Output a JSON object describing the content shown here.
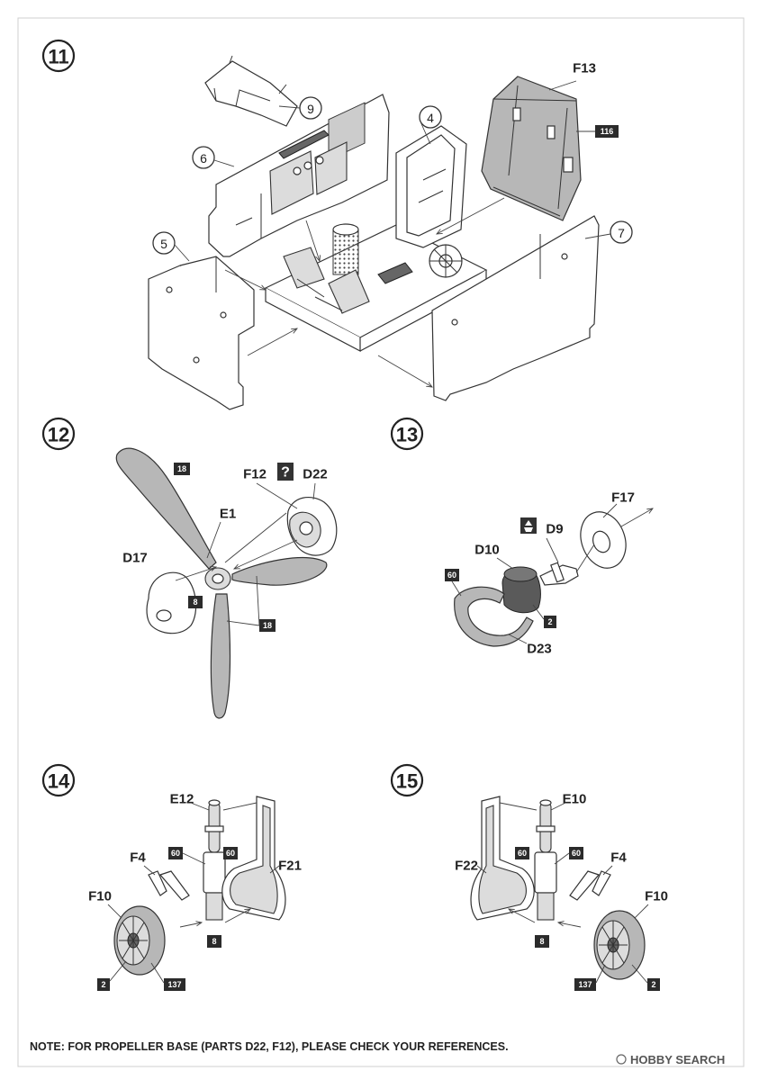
{
  "steps": [
    {
      "number": "11",
      "parts": [
        "9",
        "6",
        "5",
        "4",
        "7",
        "F13"
      ],
      "paint_refs": [
        "116"
      ]
    },
    {
      "number": "12",
      "parts": [
        "F12",
        "D22",
        "E1",
        "D17"
      ],
      "paint_refs": [
        "18",
        "8",
        "18"
      ],
      "symbol": "?"
    },
    {
      "number": "13",
      "parts": [
        "F17",
        "D9",
        "D10",
        "D23"
      ],
      "paint_refs": [
        "60",
        "2"
      ]
    },
    {
      "number": "14",
      "parts": [
        "E12",
        "F4",
        "F21",
        "F10"
      ],
      "paint_refs": [
        "60",
        "60",
        "8",
        "2",
        "137"
      ]
    },
    {
      "number": "15",
      "parts": [
        "E10",
        "F4",
        "F22",
        "F10"
      ],
      "paint_refs": [
        "60",
        "60",
        "8",
        "137",
        "2"
      ]
    }
  ],
  "note": "NOTE: FOR PROPELLER BASE (PARTS D22, F12), PLEASE CHECK YOUR REFERENCES.",
  "watermark": "HOBBY SEARCH",
  "colors": {
    "line": "#333333",
    "part_fill": "#b7b7b7",
    "badge": "#2b2b2b",
    "paper": "#ffffff"
  }
}
